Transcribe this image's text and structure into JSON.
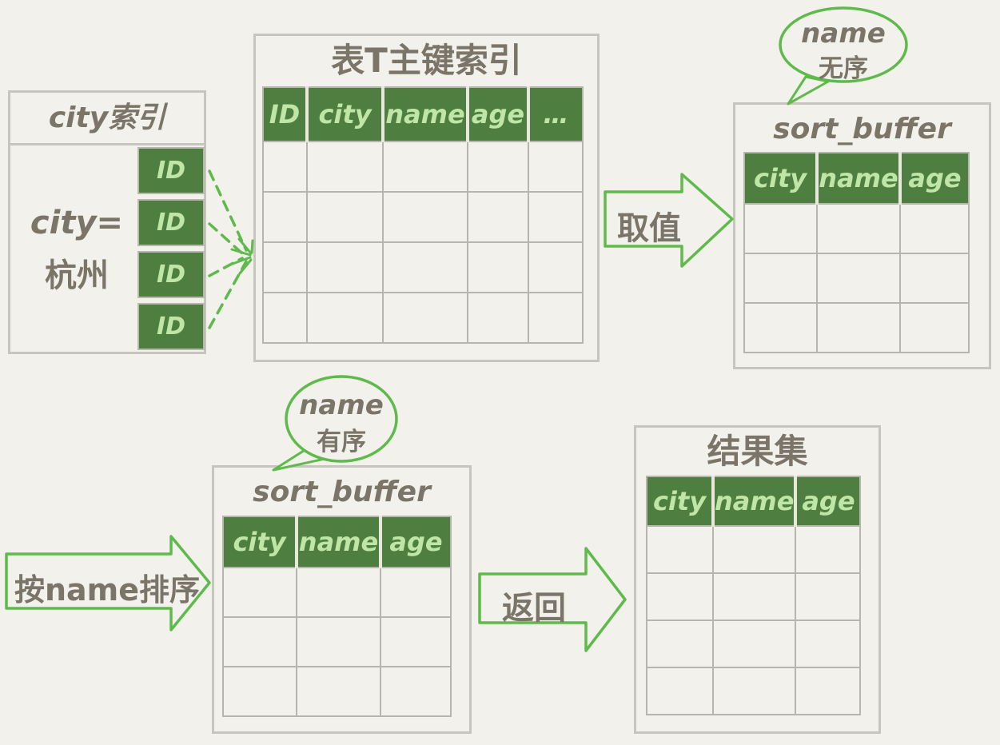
{
  "colors": {
    "background": "#f2f1ec",
    "table_header_green": "#4e7e40",
    "header_text_green": "#bfe6a6",
    "arrow_stroke_green": "#5fba4c",
    "text_gray_brown": "#7b7569",
    "grid_border_gray": "#b7b6ae"
  },
  "city_index": {
    "title": "city索引",
    "condition_line1": "city=",
    "condition_line2": "杭州",
    "id_cells": [
      "ID",
      "ID",
      "ID",
      "ID"
    ]
  },
  "primary_key_table": {
    "title": "表T主键索引",
    "headers": [
      "ID",
      "city",
      "name",
      "age",
      "…"
    ],
    "body_rows": 4
  },
  "fetch_arrow": {
    "label": "取值"
  },
  "sort_buffer_top": {
    "bubble": {
      "line1": "name",
      "line2": "无序"
    },
    "title": "sort_buffer",
    "headers": [
      "city",
      "name",
      "age"
    ],
    "body_rows": 3
  },
  "sort_arrow": {
    "label": "按name排序"
  },
  "sort_buffer_bottom": {
    "bubble": {
      "line1": "name",
      "line2": "有序"
    },
    "title": "sort_buffer",
    "headers": [
      "city",
      "name",
      "age"
    ],
    "body_rows": 3
  },
  "return_arrow": {
    "label": "返回"
  },
  "result_set": {
    "title": "结果集",
    "headers": [
      "city",
      "name",
      "age"
    ],
    "body_rows": 4
  }
}
